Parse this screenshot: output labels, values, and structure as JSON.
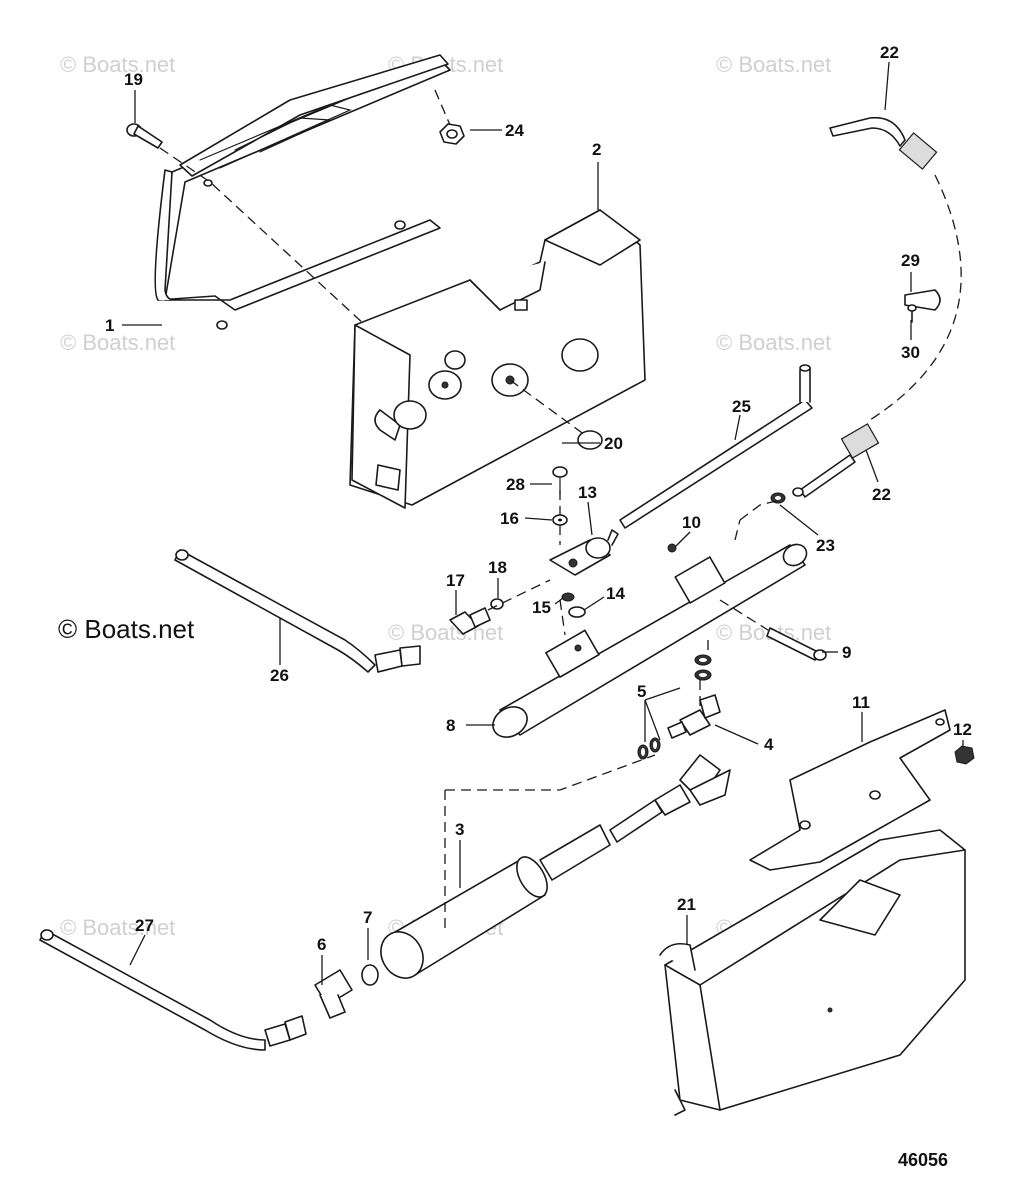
{
  "watermark_text": "© Boats.net",
  "copyright_notice": "© Boats.net",
  "drawing_number": "46056",
  "callouts": [
    "1",
    "2",
    "3",
    "4",
    "5",
    "6",
    "7",
    "8",
    "9",
    "10",
    "11",
    "12",
    "13",
    "14",
    "15",
    "16",
    "17",
    "18",
    "19",
    "20",
    "21",
    "22",
    "22",
    "23",
    "24",
    "25",
    "26",
    "27",
    "28",
    "29",
    "30"
  ]
}
